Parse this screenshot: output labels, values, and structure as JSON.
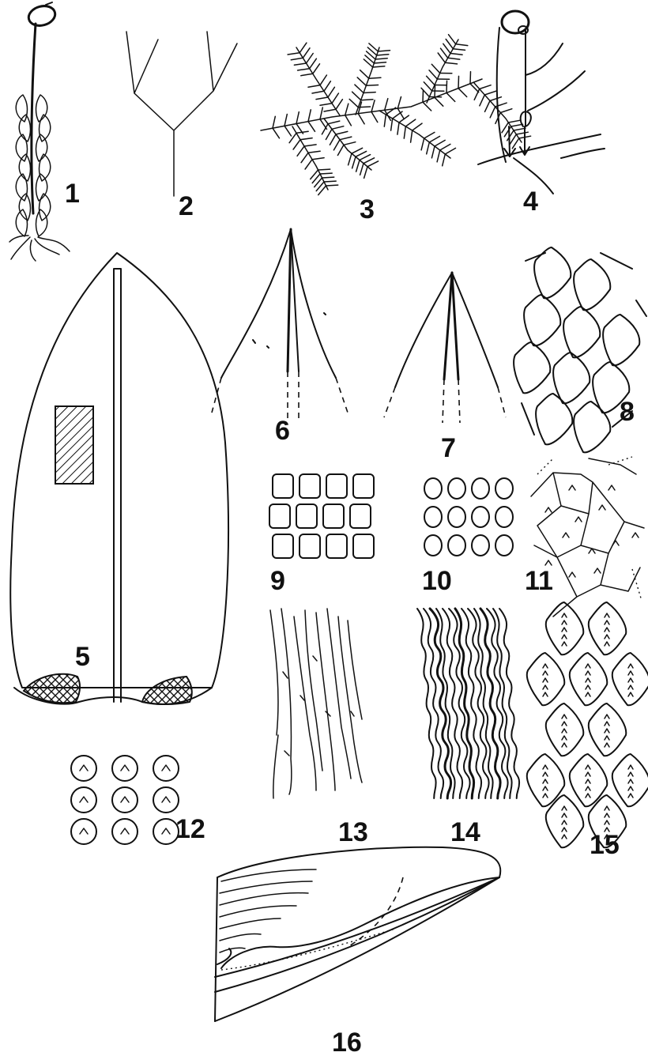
{
  "figure_labels": [
    "1",
    "2",
    "3",
    "4",
    "5",
    "6",
    "7",
    "8",
    "9",
    "10",
    "11",
    "12",
    "13",
    "14",
    "15",
    "16"
  ],
  "colors": {
    "ink": "#111111",
    "background": "#ffffff"
  }
}
